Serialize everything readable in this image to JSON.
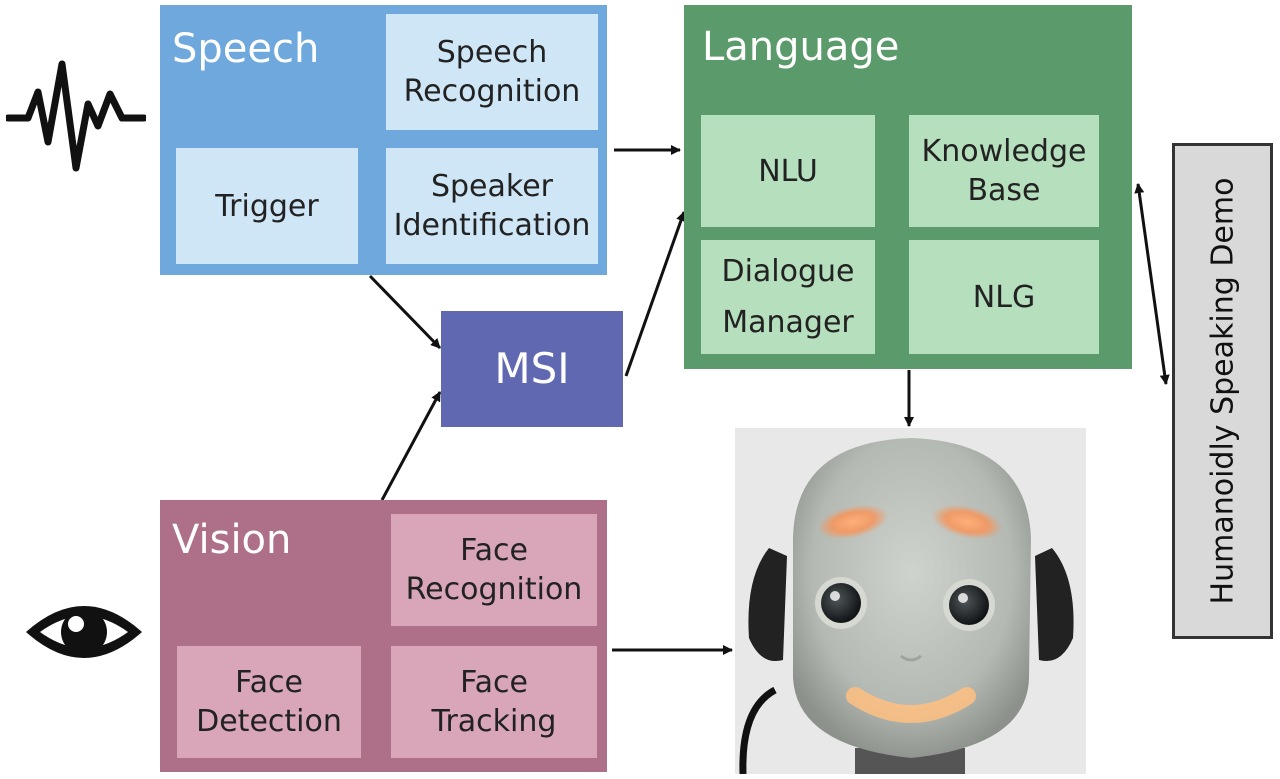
{
  "colors": {
    "speech_outer": "#6fa8dc",
    "speech_inner": "#cfe6f7",
    "language_outer": "#5a9a6b",
    "language_inner": "#b6dfbd",
    "vision_outer": "#ad7088",
    "vision_inner": "#d9a6b9",
    "msi": "#5f68b0",
    "demo_box": "#d9d9d9"
  },
  "icons": [
    "waveform-icon",
    "eye-icon"
  ],
  "speech": {
    "title": "Speech",
    "speech_recognition": "Speech\nRecognition",
    "trigger": "Trigger",
    "speaker_identification": "Speaker\nIdentification"
  },
  "language": {
    "title": "Language",
    "nlu": "NLU",
    "knowledge_base": "Knowledge\nBase",
    "dialogue_manager": "Dialogue\nManager",
    "nlg": "NLG"
  },
  "msi": {
    "label": "MSI"
  },
  "vision": {
    "title": "Vision",
    "face_recognition": "Face\nRecognition",
    "face_detection": "Face\nDetection",
    "face_tracking": "Face\nTracking"
  },
  "demo": {
    "label": "Humanoidly Speaking Demo"
  },
  "robot": {
    "image": "robot-head-photo"
  }
}
